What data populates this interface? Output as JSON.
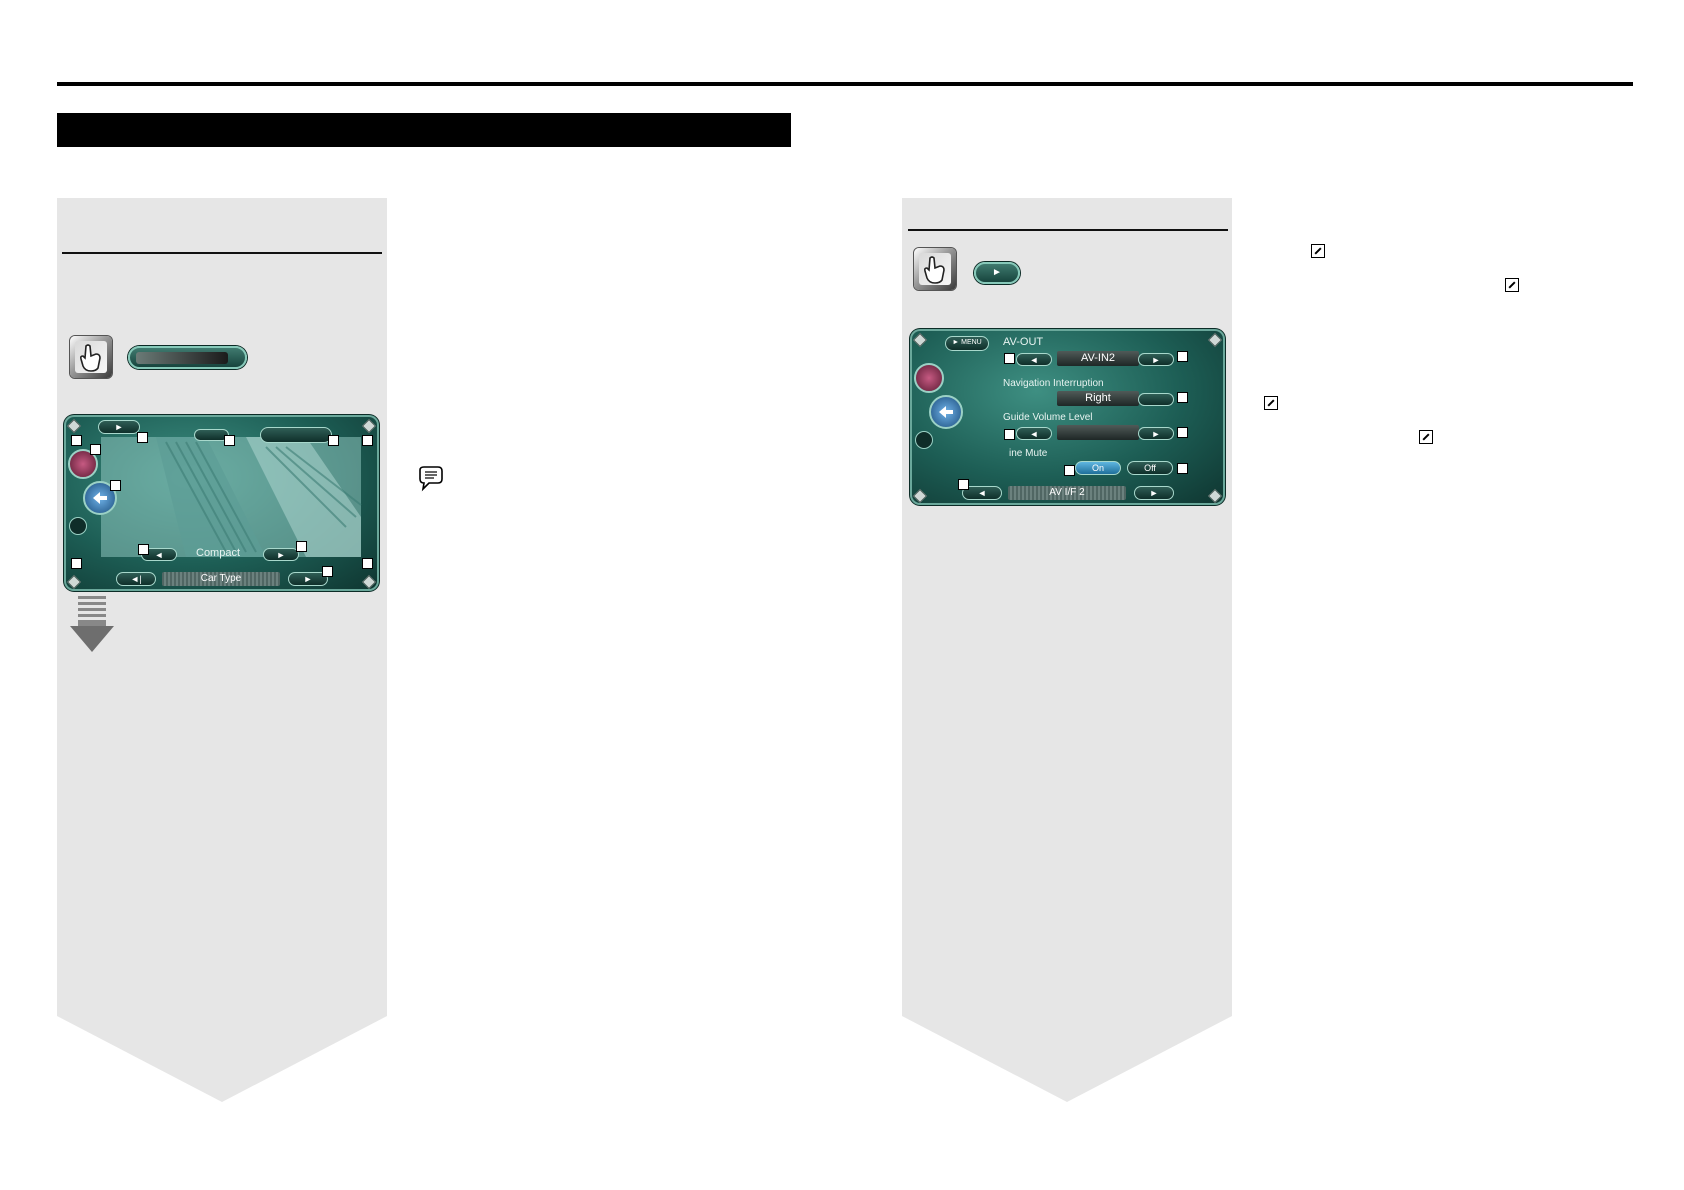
{
  "left_screen": {
    "option_value": "Compact",
    "screen_title": "Car Type",
    "left_arrow": "◄",
    "right_arrow": "►",
    "nav_left": "◄|",
    "nav_right": "►"
  },
  "right_screen": {
    "menu_label": "► MENU",
    "av_out_label": "AV-OUT",
    "av_out_value": "AV-IN2",
    "nav_interrupt_label": "Navigation Interruption",
    "nav_interrupt_value": "Right",
    "guide_volume_label": "Guide Volume Level",
    "line_mute_label": "ine Mute",
    "on_label": "On",
    "off_label": "Off",
    "screen_title": "AV I/F 2",
    "left_arrow": "◄",
    "right_arrow": "►"
  },
  "right_panel": {
    "next_button_label": "►"
  },
  "icons": {
    "touch": "touch-hand-icon",
    "note": "note-speech-icon",
    "pencil": "pencil-reference-icon",
    "down": "down-arrow-icon"
  },
  "colors": {
    "screen_teal": "#1d5e55",
    "screen_border": "#6aa89b",
    "panel_gray": "#e6e6e6",
    "highlight_blue": "#2f93c9"
  }
}
